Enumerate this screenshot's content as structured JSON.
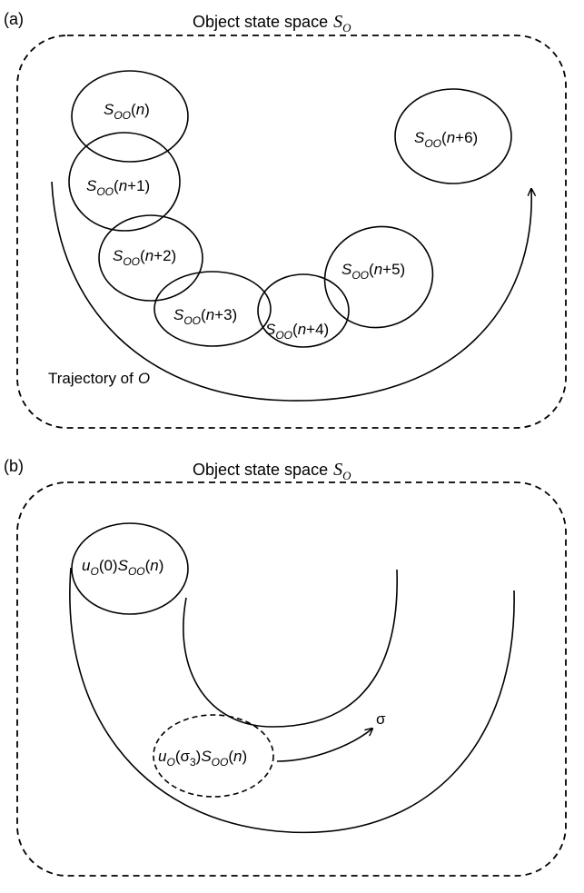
{
  "panel_a": {
    "tag": "(a)",
    "title": "Object state space",
    "title_symbol": "S",
    "title_symbol_sub": "O",
    "trajectory_label": "Trajectory of",
    "trajectory_symbol": "O",
    "sets": [
      {
        "base": "S",
        "sub": "OO",
        "open": "(",
        "var": "n",
        "suffix": ")"
      },
      {
        "base": "S",
        "sub": "OO",
        "open": "(",
        "var": "n",
        "suffix": "+1)"
      },
      {
        "base": "S",
        "sub": "OO",
        "open": "(",
        "var": "n",
        "suffix": "+2)"
      },
      {
        "base": "S",
        "sub": "OO",
        "open": "(",
        "var": "n",
        "suffix": "+3)"
      },
      {
        "base": "S",
        "sub": "OO",
        "open": "(",
        "var": "n",
        "suffix": "+4)"
      },
      {
        "base": "S",
        "sub": "OO",
        "open": "(",
        "var": "n",
        "suffix": "+5)"
      },
      {
        "base": "S",
        "sub": "OO",
        "open": "(",
        "var": "n",
        "suffix": "+6)"
      }
    ]
  },
  "panel_b": {
    "tag": "(b)",
    "title": "Object state space",
    "title_symbol": "S",
    "title_symbol_sub": "O",
    "set_initial": {
      "u": "u",
      "u_sub": "O",
      "arg": "(0)",
      "base": "S",
      "sub": "OO",
      "open": "(",
      "var": "n",
      "close": ")"
    },
    "set_shifted": {
      "u": "u",
      "u_sub": "O",
      "arg_open": "(σ",
      "arg_sub": "3",
      "arg_close": ")",
      "base": "S",
      "sub": "OO",
      "open": "(",
      "var": "n",
      "close": ")"
    },
    "arrow_label": "σ"
  }
}
